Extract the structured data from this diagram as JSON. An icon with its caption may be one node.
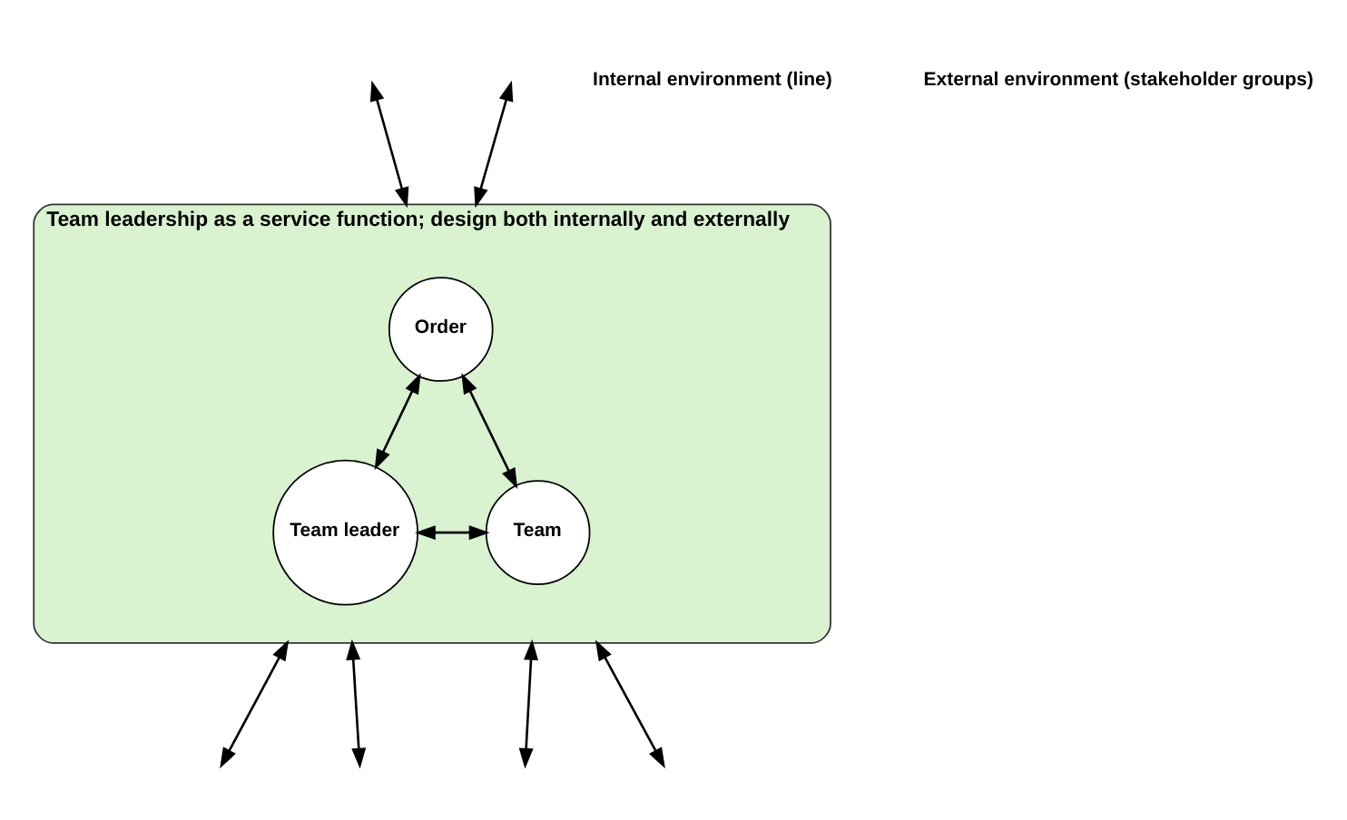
{
  "diagram": {
    "nodes": [
      {
        "text": [
          "Team leadership as a service function; design both internally and externally"
        ]
      },
      {
        "text": [
          "Order"
        ],
        "in": 0
      },
      {
        "text": [
          "Team leader"
        ],
        "in": 0
      },
      {
        "text": [
          "Team"
        ],
        "in": 0
      }
    ],
    "edges": [
      {
        "from": 1,
        "to": 2,
        "arrow": "both"
      },
      {
        "from": 1,
        "to": 3,
        "arrow": "both"
      },
      {
        "from": 2,
        "to": 3,
        "arrow": "both"
      },
      {
        "from": 0,
        "to": null,
        "arrow": "both"
      },
      {
        "from": 0,
        "to": null,
        "arrow": "both"
      },
      {
        "from": 0,
        "to": null,
        "arrow": "both"
      },
      {
        "from": 0,
        "to": null,
        "arrow": "both"
      },
      {
        "from": 0,
        "to": null,
        "arrow": "both"
      },
      {
        "from": 0,
        "to": null,
        "arrow": "both"
      }
    ],
    "labels": [
      "Internal environment (line)",
      "External environment (stakeholder groups)"
    ]
  }
}
